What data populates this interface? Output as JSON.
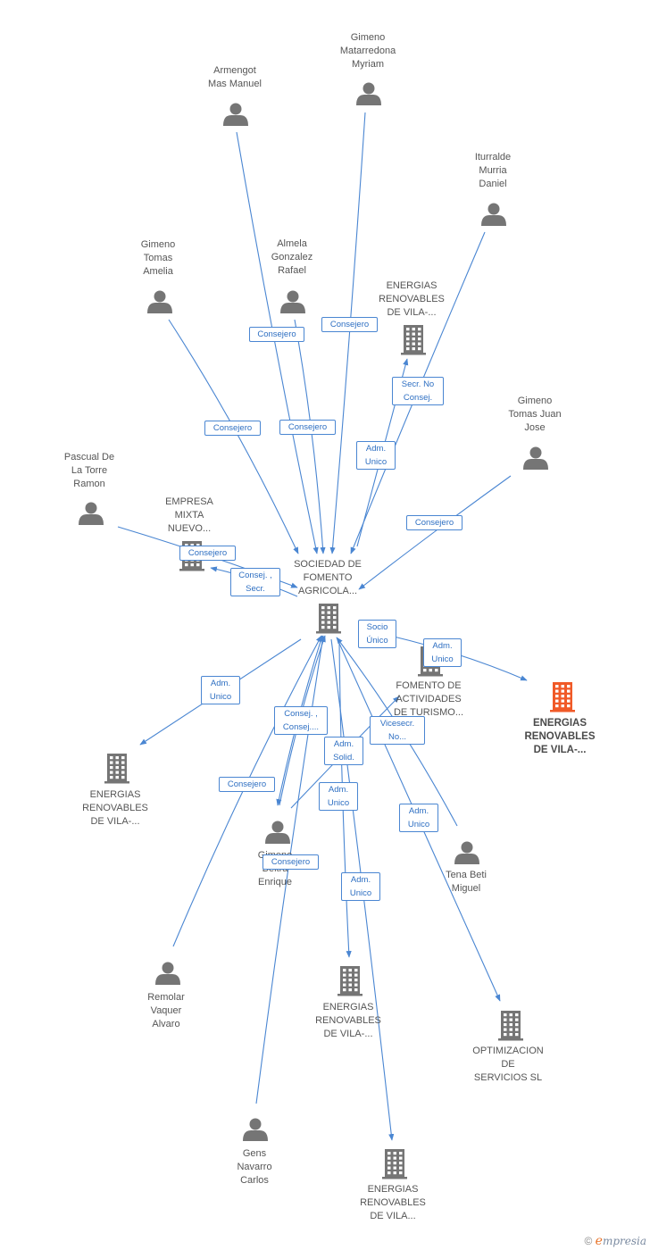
{
  "colors": {
    "edge": "#4a86d2",
    "icon": "#757575",
    "highlight_icon": "#f05a28"
  },
  "nodes": {
    "center": {
      "type": "company",
      "lines": [
        "SOCIEDAD DE",
        "FOMENTO",
        "AGRICOLA..."
      ]
    },
    "armengot": {
      "type": "person",
      "lines": [
        "Armengot",
        "Mas Manuel"
      ]
    },
    "gimeno_mat": {
      "type": "person",
      "lines": [
        "Gimeno",
        "Matarredona",
        "Myriam"
      ]
    },
    "iturralde": {
      "type": "person",
      "lines": [
        "Iturralde",
        "Murria",
        "Daniel"
      ]
    },
    "gimeno_tomas": {
      "type": "person",
      "lines": [
        "Gimeno",
        "Tomas",
        "Amelia"
      ]
    },
    "almela": {
      "type": "person",
      "lines": [
        "Almela",
        "Gonzalez",
        "Rafael"
      ]
    },
    "energias_top": {
      "type": "company",
      "lines": [
        "ENERGIAS",
        "RENOVABLES",
        "DE VILA-..."
      ]
    },
    "gimeno_juan": {
      "type": "person",
      "lines": [
        "Gimeno",
        "Tomas Juan",
        "Jose"
      ]
    },
    "pascual": {
      "type": "person",
      "lines": [
        "Pascual De",
        "La Torre",
        "Ramon"
      ]
    },
    "empresa_mixta": {
      "type": "company",
      "lines": [
        "EMPRESA",
        "MIXTA",
        "NUEVO..."
      ]
    },
    "fomento_act": {
      "type": "company",
      "lines": [
        "FOMENTO DE",
        "ACTIVIDADES",
        "DE TURISMO..."
      ]
    },
    "energias_main": {
      "type": "company_highlight",
      "lines": [
        "ENERGIAS",
        "RENOVABLES",
        "DE VILA-..."
      ]
    },
    "energias_left": {
      "type": "company",
      "lines": [
        "ENERGIAS",
        "RENOVABLES",
        "DE VILA-..."
      ]
    },
    "gimeno_enrique": {
      "type": "person",
      "lines": [
        "Gimeno",
        "Beltra",
        "Enrique"
      ]
    },
    "tena": {
      "type": "person",
      "lines": [
        "Tena Beti",
        "Miguel"
      ]
    },
    "remolar": {
      "type": "person",
      "lines": [
        "Remolar",
        "Vaquer",
        "Alvaro"
      ]
    },
    "energias_mid": {
      "type": "company",
      "lines": [
        "ENERGIAS",
        "RENOVABLES",
        "DE VILA-..."
      ]
    },
    "optimizacion": {
      "type": "company",
      "lines": [
        "OPTIMIZACION",
        "DE",
        "SERVICIOS SL"
      ]
    },
    "gens": {
      "type": "person",
      "lines": [
        "Gens",
        "Navarro",
        "Carlos"
      ]
    },
    "energias_bottom": {
      "type": "company",
      "lines": [
        "ENERGIAS",
        "RENOVABLES",
        "DE VILA..."
      ]
    }
  },
  "edge_labels": {
    "armengot": [
      "Consejero"
    ],
    "gimeno_mat": [
      "Consejero"
    ],
    "gimeno_tomas": [
      "Consejero"
    ],
    "almela": [
      "Consejero"
    ],
    "secr": [
      "Secr.  No",
      "Consej."
    ],
    "adm_energias_top": [
      "Adm.",
      "Unico"
    ],
    "gimeno_juan": [
      "Consejero"
    ],
    "pascual": [
      "Consejero"
    ],
    "consej_secr": [
      "Consej. ,",
      "Secr."
    ],
    "socio": [
      "Socio",
      "Único"
    ],
    "adm_energias_main": [
      "Adm.",
      "Unico"
    ],
    "adm_energias_left": [
      "Adm.",
      "Unico"
    ],
    "consej_consej": [
      "Consej. ,",
      "Consej...."
    ],
    "adm_solid": [
      "Adm.",
      "Solid."
    ],
    "vicesecr": [
      "Vicesecr.",
      "No..."
    ],
    "remolar": [
      "Consejero"
    ],
    "adm_energias_mid": [
      "Adm.",
      "Unico"
    ],
    "adm_optim": [
      "Adm.",
      "Unico"
    ],
    "gens": [
      "Consejero"
    ],
    "adm_energias_bottom": [
      "Adm.",
      "Unico"
    ]
  },
  "logo": {
    "copyright": "©",
    "brand_initial": "e",
    "brand_rest": "mpresia"
  }
}
